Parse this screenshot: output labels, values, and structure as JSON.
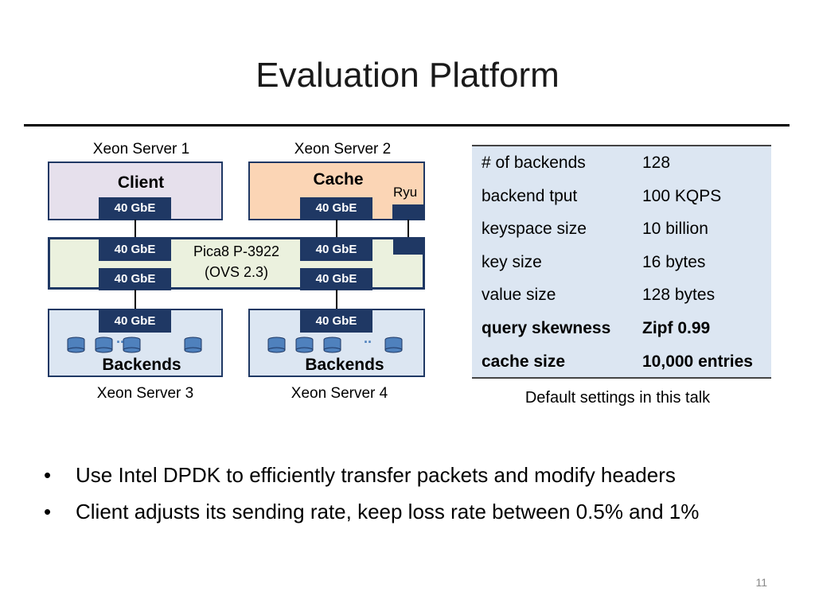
{
  "slide": {
    "title": "Evaluation Platform",
    "page_number": "11"
  },
  "diagram": {
    "server1_label": "Xeon Server 1",
    "server2_label": "Xeon Server 2",
    "server3_label": "Xeon Server 3",
    "server4_label": "Xeon Server 4",
    "client_box": {
      "name": "Client",
      "nic": "40 GbE"
    },
    "cache_box": {
      "name": "Cache",
      "nic": "40 GbE",
      "controller": "Ryu"
    },
    "switch": {
      "name_line1": "Pica8 P-3922",
      "name_line2": "(OVS 2.3)",
      "port_top_left": "40 GbE",
      "port_bottom_left": "40 GbE",
      "port_top_right": "40 GbE",
      "port_bottom_right": "40 GbE"
    },
    "backends_left": {
      "name": "Backends",
      "nic": "40 GbE",
      "ellipsis": ".."
    },
    "backends_right": {
      "name": "Backends",
      "nic": "40 GbE",
      "ellipsis": ".."
    },
    "icons": {
      "database": "database-icon"
    },
    "colors": {
      "client_fill": "#e6e0ec",
      "cache_fill": "#fbd5b5",
      "switch_fill": "#ebf1de",
      "backends_fill": "#dce6f2",
      "nic_fill": "#1f3864",
      "db_fill": "#4f81bd"
    }
  },
  "settings_table": {
    "rows": [
      {
        "key": "# of backends",
        "value": "128",
        "bold": false
      },
      {
        "key": "backend tput",
        "value": "100 KQPS",
        "bold": false
      },
      {
        "key": "keyspace size",
        "value": "10 billion",
        "bold": false
      },
      {
        "key": "key size",
        "value": "16 bytes",
        "bold": false
      },
      {
        "key": "value size",
        "value": "128 bytes",
        "bold": false
      },
      {
        "key": "query skewness",
        "value": "Zipf 0.99",
        "bold": true
      },
      {
        "key": "cache size",
        "value": "10,000 entries",
        "bold": true
      }
    ],
    "caption": "Default settings in this talk"
  },
  "bullets": [
    "Use Intel DPDK to efficiently transfer packets and modify headers",
    "Client adjusts its sending rate, keep loss rate between 0.5% and 1%"
  ],
  "bullet_symbol": "•"
}
